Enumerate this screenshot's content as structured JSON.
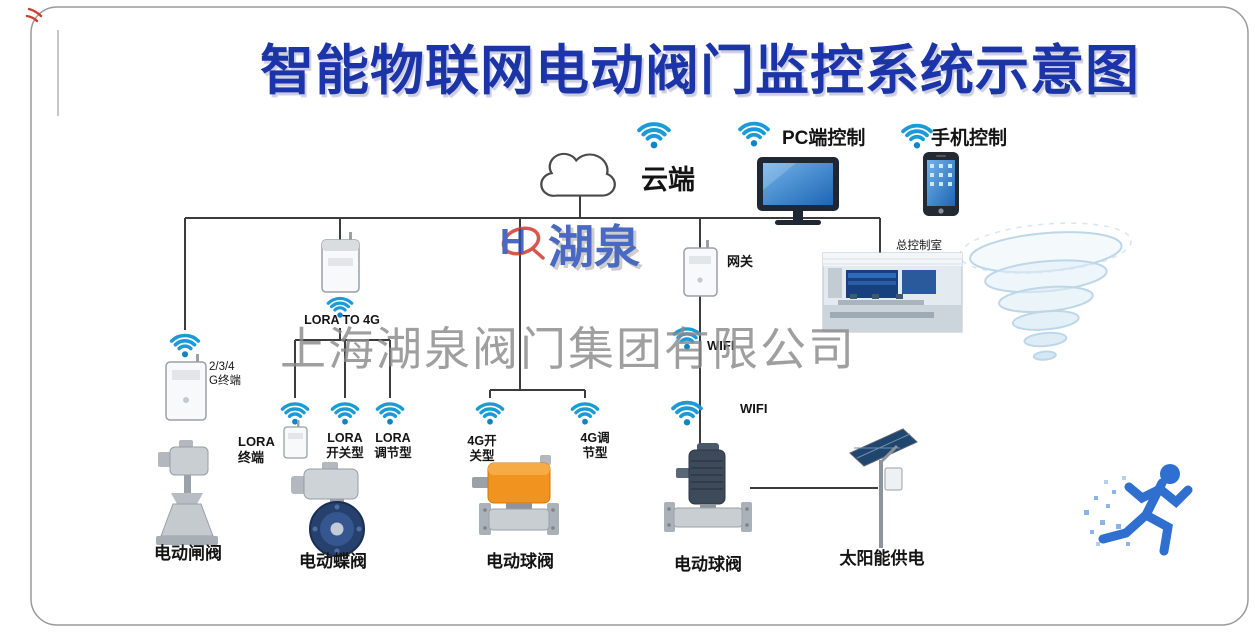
{
  "title": "智能物联网电动阀门监控系统示意图",
  "top": {
    "cloud_label": "云端",
    "pc_label": "PC端控制",
    "phone_label": "手机控制"
  },
  "network": {
    "gateway_label": "网关",
    "control_room_label": "总控制室",
    "lora_to_4g_label": "LORA TO 4G",
    "terminal_234g": {
      "line1": "2/3/4",
      "line2": "G终端"
    },
    "wifi_upper_label": "WIFI",
    "wifi_lower_label": "WIFI",
    "lora_terminal": {
      "line1": "LORA",
      "line2": "终端"
    },
    "lora_switch": {
      "line1": "LORA",
      "line2": "开关型"
    },
    "lora_adjust": {
      "line1": "LORA",
      "line2": "调节型"
    },
    "g4_switch": {
      "line1": "4G开",
      "line2": "关型"
    },
    "g4_adjust": {
      "line1": "4G调",
      "line2": "节型"
    }
  },
  "equipment": {
    "gate_valve_label": "电动闸阀",
    "butterfly_valve_label": "电动蝶阀",
    "ball_valve_1_label": "电动球阀",
    "ball_valve_2_label": "电动球阀",
    "solar_label": "太阳能供电"
  },
  "watermark": {
    "company": "上海湖泉阀门集团有限公司",
    "logo_text": "湖泉",
    "logo_h": "H"
  },
  "colors": {
    "title_blue": "#1b35a8",
    "wifi_blue": "#1a9ad6",
    "line_color": "#3c3c3c",
    "watermark_gray": "#8c8c8c",
    "actuator_orange": "#f0931f",
    "runner_blue": "#2e6fd0"
  }
}
